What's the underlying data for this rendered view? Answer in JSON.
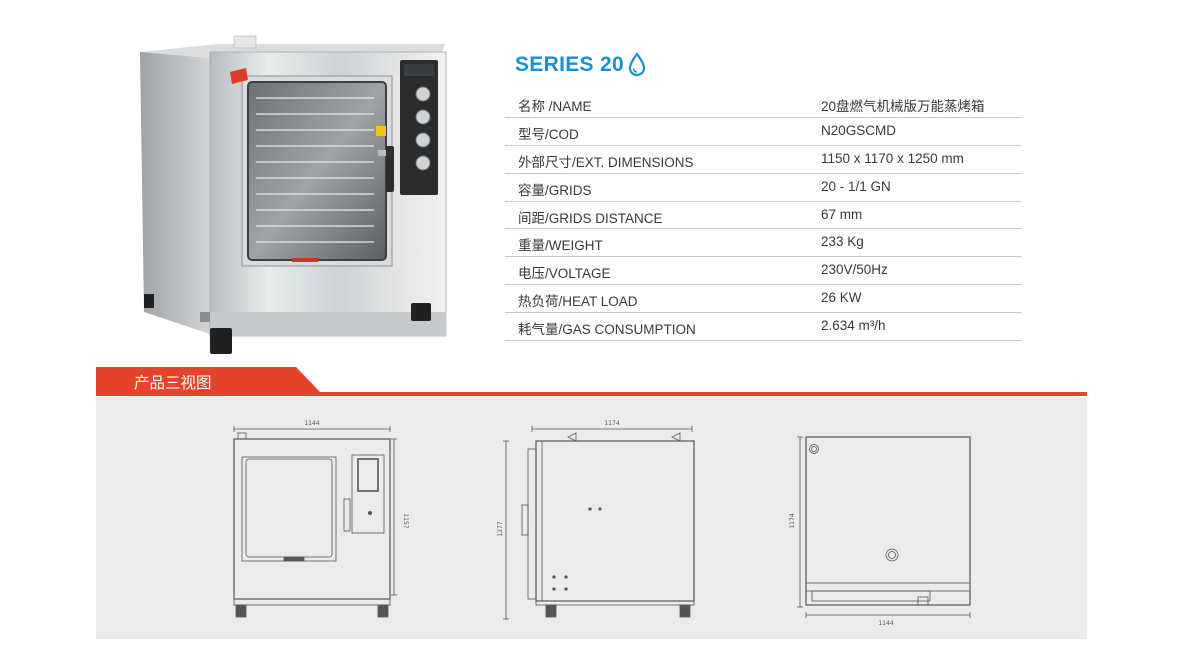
{
  "series": {
    "title": "SERIES 20",
    "drop_icon": "water-drop-icon"
  },
  "specs": [
    {
      "label": "名称 /NAME",
      "value": "20盘燃气机械版万能蒸烤箱"
    },
    {
      "label": "型号/COD",
      "value": "N20GSCMD"
    },
    {
      "label": "外部尺寸/EXT. DIMENSIONS",
      "value": "1150 x 1170 x 1250 mm"
    },
    {
      "label": "容量/GRIDS",
      "value": "20 - 1/1 GN"
    },
    {
      "label": "间距/GRIDS DISTANCE",
      "value": "67 mm"
    },
    {
      "label": "重量/WEIGHT",
      "value": "233 Kg"
    },
    {
      "label": "电压/VOLTAGE",
      "value": "230V/50Hz"
    },
    {
      "label": "热负荷/HEAT  LOAD",
      "value": "26 KW"
    },
    {
      "label": "耗气量/GAS CONSUMPTION",
      "value": "2.634 m³/h"
    }
  ],
  "section": {
    "title": "产品三视图"
  },
  "drawings": {
    "front": {
      "width_label": "1144",
      "height_label": "1157"
    },
    "side": {
      "width_label": "1174",
      "height_label": "1277"
    },
    "top": {
      "depth_label": "1174",
      "width_label": "1144"
    }
  },
  "colors": {
    "accent_red": "#e5432a",
    "series_blue": "#1a8fd6",
    "panel_gray": "#ebebeb"
  }
}
